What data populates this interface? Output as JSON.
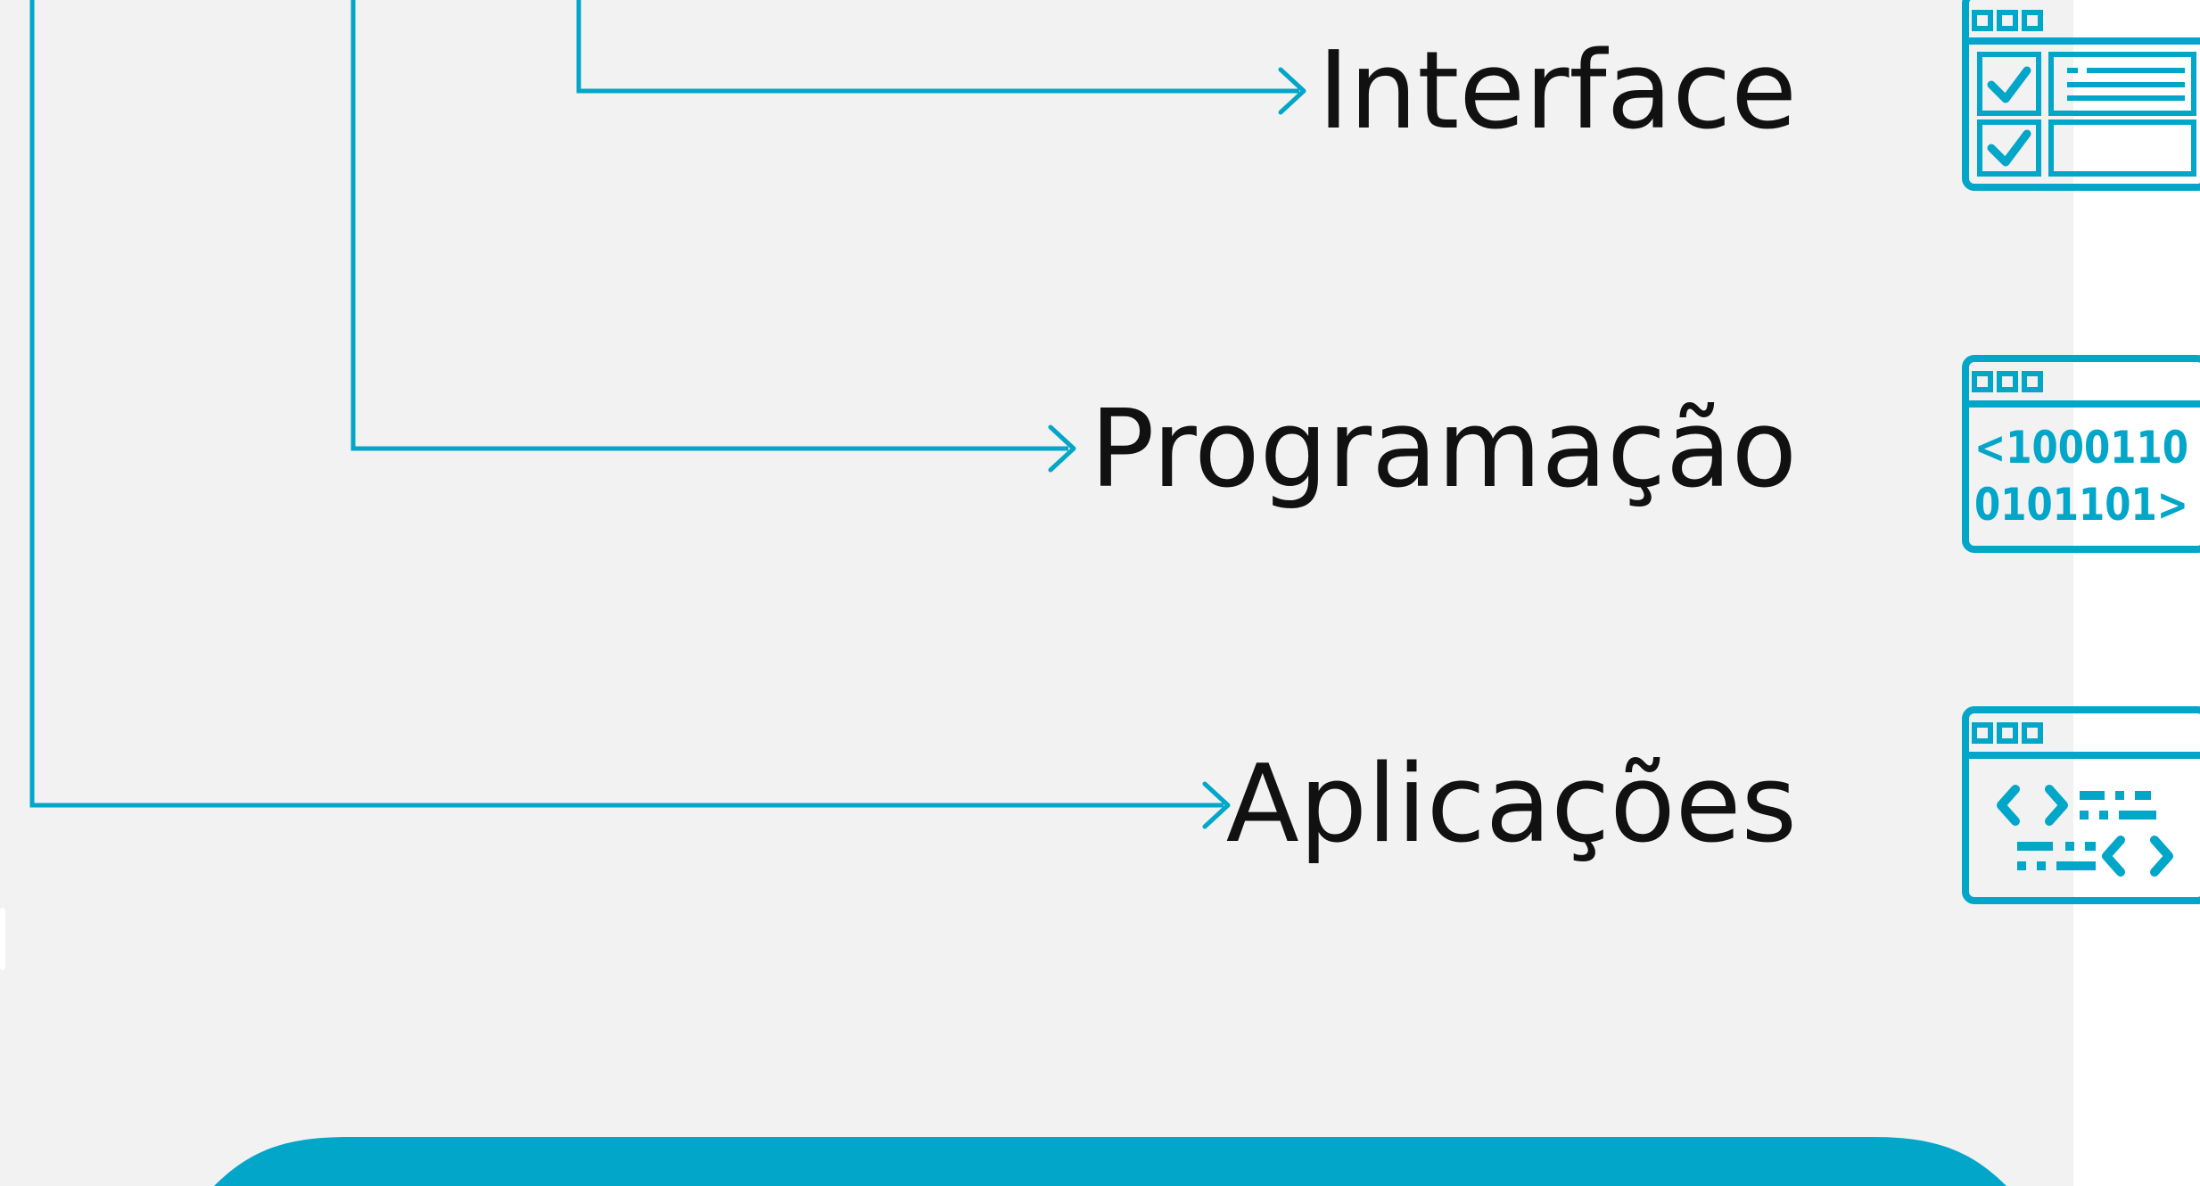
{
  "colors": {
    "panel_background": "#f2f2f2",
    "page_background": "#ffffff",
    "accent": "#02a6c9",
    "text": "#111111"
  },
  "items": [
    {
      "label": "Interface",
      "icon": "ui-checklist-window-icon"
    },
    {
      "label": "Programação",
      "icon": "binary-code-window-icon",
      "code_lines": [
        "<1000110",
        "0101101>"
      ]
    },
    {
      "label": "Aplicações",
      "icon": "code-tags-window-icon"
    }
  ]
}
